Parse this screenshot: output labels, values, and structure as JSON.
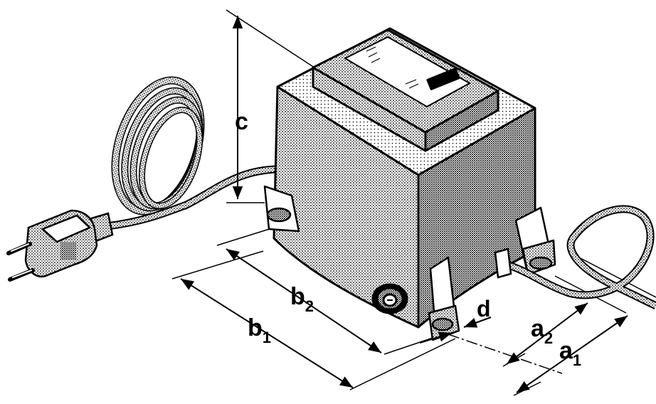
{
  "dimensions": {
    "c": {
      "main": "c",
      "sub": ""
    },
    "b2": {
      "main": "b",
      "sub": "2"
    },
    "b1": {
      "main": "b",
      "sub": "1"
    },
    "d": {
      "main": "d",
      "sub": ""
    },
    "a2": {
      "main": "a",
      "sub": "2"
    },
    "a1": {
      "main": "a",
      "sub": "1"
    }
  },
  "colors": {
    "ink": "#000000",
    "paper": "#ffffff"
  },
  "icons": [
    "power-plug-icon",
    "cable-reel-icon",
    "fuse-holder-icon",
    "mounting-foot-icon"
  ]
}
